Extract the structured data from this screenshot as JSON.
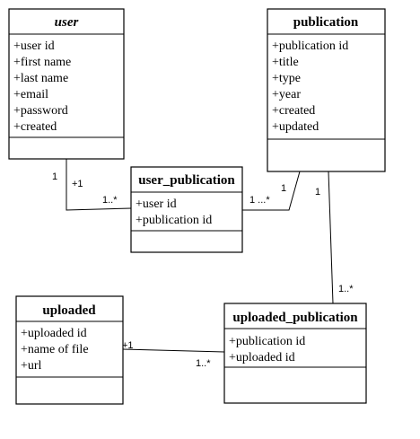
{
  "classes": {
    "user": {
      "name": "user",
      "attributes": [
        "+user id",
        "+first name",
        "+last name",
        "+email",
        "+password",
        "+created"
      ]
    },
    "publication": {
      "name": "publication",
      "attributes": [
        "+publication id",
        "+title",
        "+type",
        "+year",
        "+created",
        "+updated"
      ]
    },
    "user_publication": {
      "name": "user_publication",
      "attributes": [
        "+user id",
        "+publication id"
      ]
    },
    "uploaded": {
      "name": "uploaded",
      "attributes": [
        "+uploaded id",
        "+name of file",
        "+url"
      ]
    },
    "uploaded_publication": {
      "name": "uploaded_publication",
      "attributes": [
        "+publication id",
        "+uploaded id"
      ]
    }
  },
  "associations": {
    "user_to_user_publication": {
      "source_mult": "1",
      "source_role": "+1",
      "target_mult": "1..*"
    },
    "publication_to_user_publication": {
      "source_mult": "1",
      "target_mult": "1 ...*"
    },
    "publication_to_uploaded_publication": {
      "source_mult": "1",
      "target_mult": "1..*"
    },
    "uploaded_to_uploaded_publication": {
      "source_role": "+1",
      "target_mult": "1..*"
    }
  }
}
